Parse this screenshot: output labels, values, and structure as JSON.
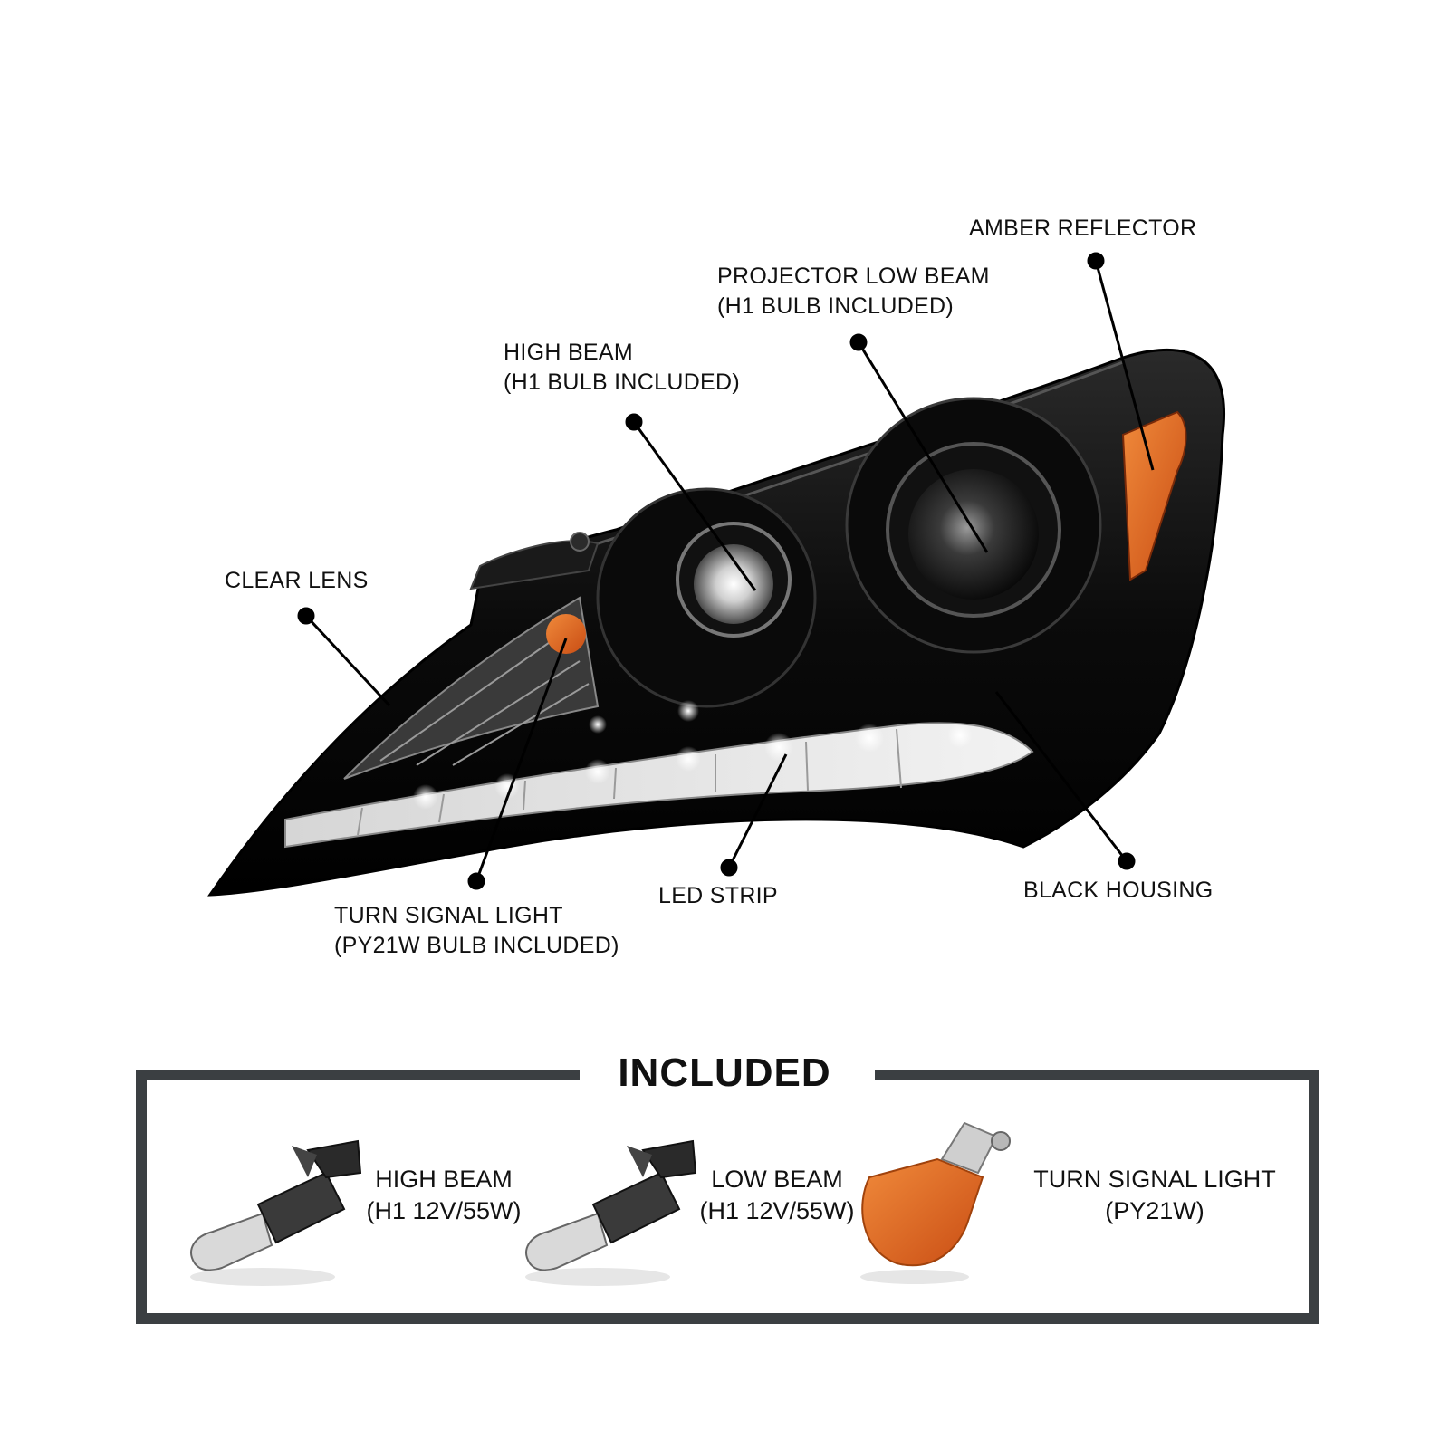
{
  "callouts": {
    "amber_reflector": "AMBER REFLECTOR",
    "projector_low_beam": [
      "PROJECTOR LOW BEAM",
      "(H1 BULB INCLUDED)"
    ],
    "high_beam": [
      "HIGH BEAM",
      "(H1 BULB INCLUDED)"
    ],
    "clear_lens": "CLEAR LENS",
    "turn_signal": [
      "TURN SIGNAL LIGHT",
      "(PY21W BULB INCLUDED)"
    ],
    "led_strip": "LED STRIP",
    "black_housing": "BLACK HOUSING"
  },
  "included": {
    "title": "INCLUDED",
    "items": [
      {
        "line1": "HIGH BEAM",
        "line2": "(H1 12V/55W)"
      },
      {
        "line1": "LOW BEAM",
        "line2": "(H1 12V/55W)"
      },
      {
        "line1": "TURN SIGNAL LIGHT",
        "line2": "(PY21W)"
      }
    ]
  },
  "colors": {
    "housing": "#0d0d0d",
    "amber": "#e8722a",
    "frame": "#3b3f42",
    "leader": "#000000"
  }
}
